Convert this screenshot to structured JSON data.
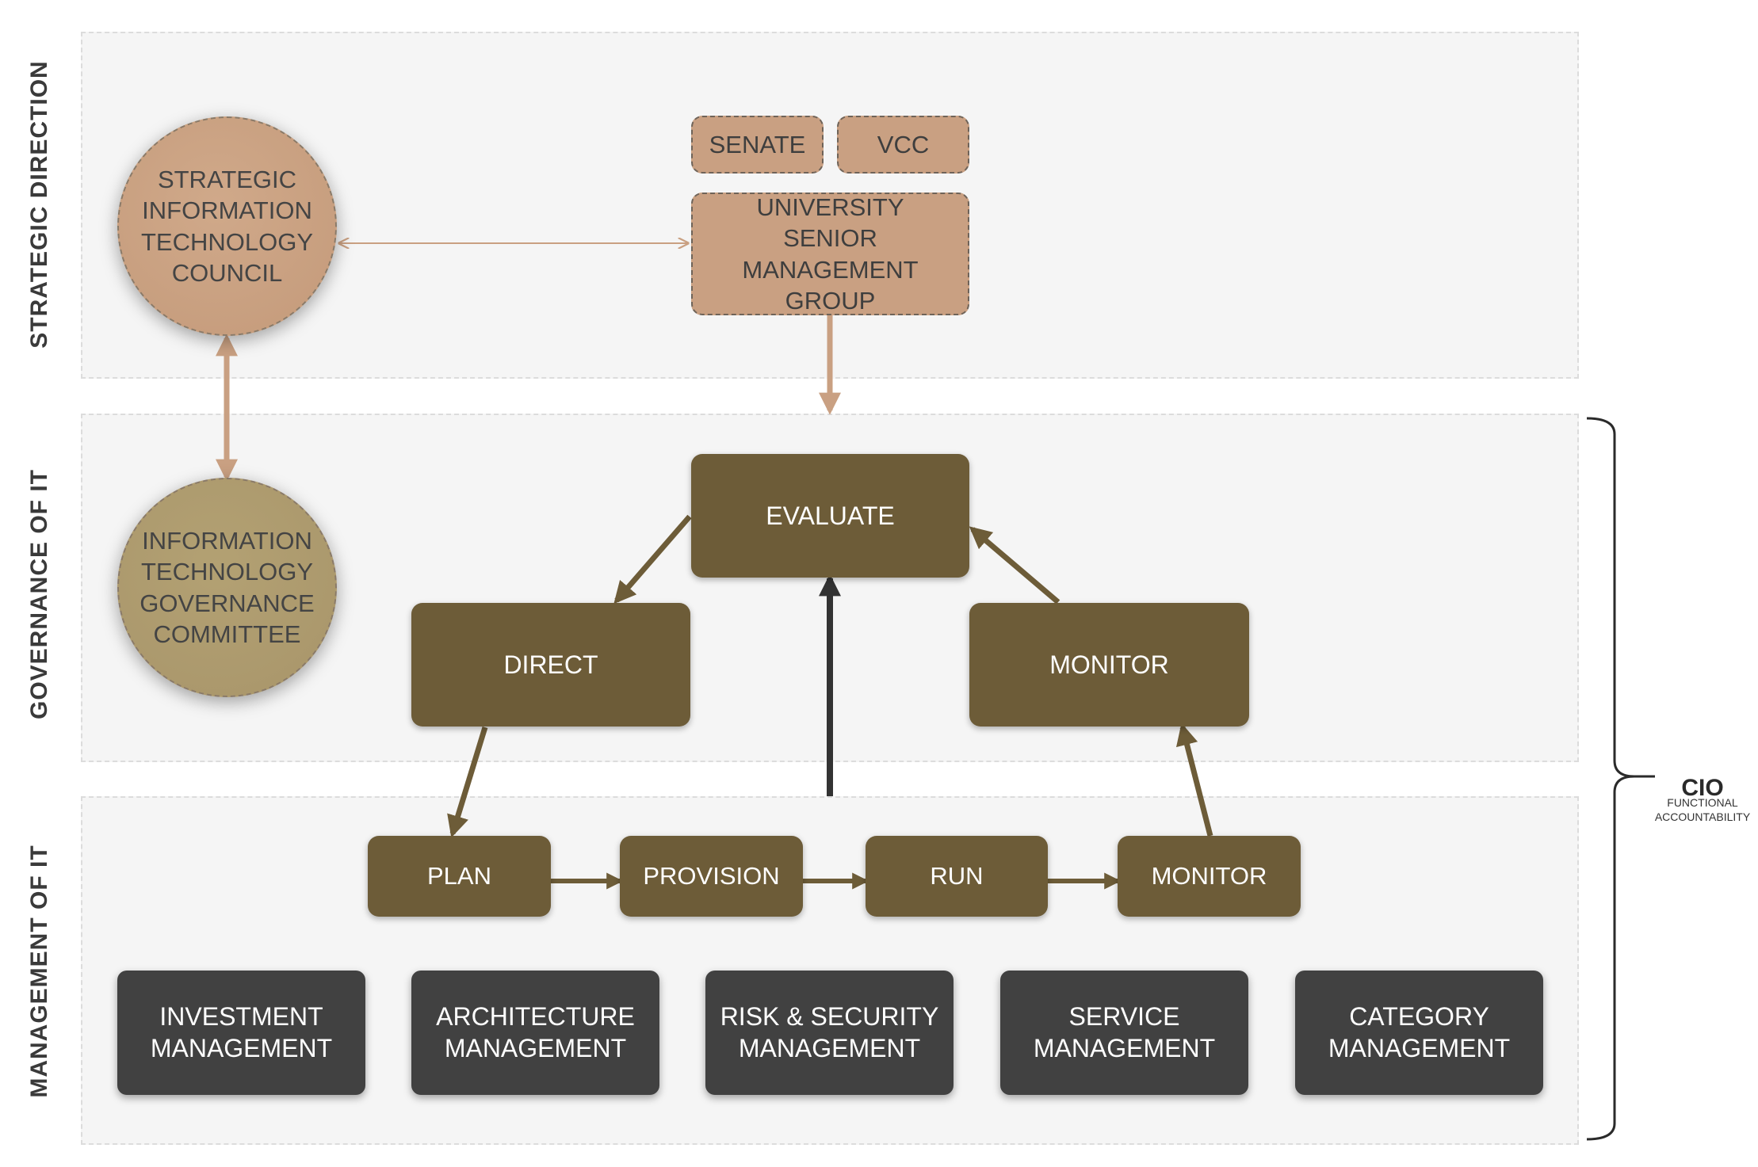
{
  "sections": {
    "strategic_direction": "STRATEGIC DIRECTION",
    "governance_of_it": "GOVERNANCE OF IT",
    "management_of_it": "MANAGEMENT OF IT"
  },
  "strategic": {
    "council": "STRATEGIC\nINFORMATION\nTECHNOLOGY\nCOUNCIL",
    "senate": "SENATE",
    "vcc": "VCC",
    "senior_group": "UNIVERSITY\nSENIOR MANAGEMENT\nGROUP"
  },
  "governance": {
    "committee": "INFORMATION\nTECHNOLOGY\nGOVERNANCE\nCOMMITTEE",
    "evaluate": "EVALUATE",
    "direct": "DIRECT",
    "monitor": "MONITOR"
  },
  "management": {
    "plan": "PLAN",
    "provision": "PROVISION",
    "run": "RUN",
    "monitor": "MONITOR",
    "areas": [
      "INVESTMENT\nMANAGEMENT",
      "ARCHITECTURE\nMANAGEMENT",
      "RISK & SECURITY\nMANAGEMENT",
      "SERVICE\nMANAGEMENT",
      "CATEGORY\nMANAGEMENT"
    ]
  },
  "cio": {
    "title": "CIO",
    "subtitle": "FUNCTIONAL ACCOUNTABILITY"
  },
  "colors": {
    "tan": "#c9a082",
    "khaki": "#ad9a6a",
    "olive": "#6d5c38",
    "dark": "#414141",
    "band": "#f5f5f5"
  }
}
